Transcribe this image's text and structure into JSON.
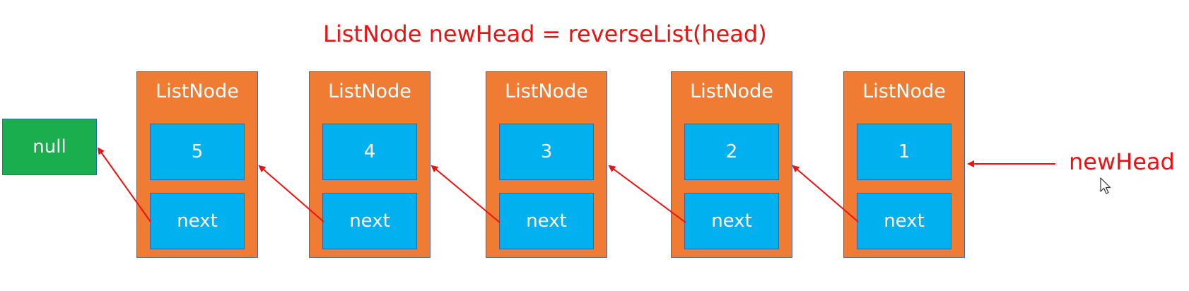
{
  "caption": "ListNode newHead = reverseList(head)",
  "null_label": "null",
  "head_label": "newHead",
  "nodes": [
    {
      "title": "ListNode",
      "value": "5",
      "next": "next"
    },
    {
      "title": "ListNode",
      "value": "4",
      "next": "next"
    },
    {
      "title": "ListNode",
      "value": "3",
      "next": "next"
    },
    {
      "title": "ListNode",
      "value": "2",
      "next": "next"
    },
    {
      "title": "ListNode",
      "value": "1",
      "next": "next"
    }
  ],
  "colors": {
    "node_fill": "#f07c33",
    "cell_fill": "#00b0ef",
    "null_fill": "#1aae4e",
    "arrow": "#ee1111",
    "text_accent": "#ee1111"
  }
}
